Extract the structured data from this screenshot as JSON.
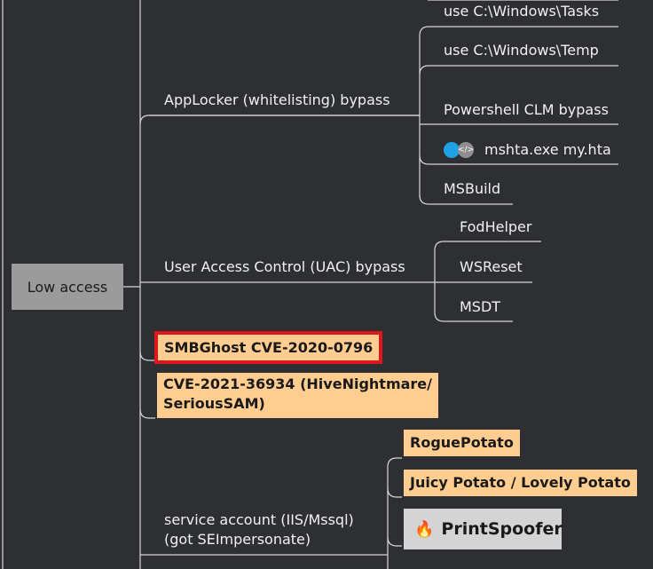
{
  "root": {
    "label": "Low access"
  },
  "branches": {
    "applocker": {
      "label": "AppLocker (whitelisting) bypass",
      "children": [
        "use C:\\Windows\\Tasks",
        "use C:\\Windows\\Temp",
        "Powershell CLM bypass",
        "mshta.exe my.hta",
        "MSBuild"
      ]
    },
    "uac": {
      "label": "User Access Control (UAC) bypass",
      "children": [
        "FodHelper",
        "WSReset",
        "MSDT"
      ]
    },
    "smbghost": {
      "label": "SMBGhost CVE-2020-0796"
    },
    "hivenightmare": {
      "line1": "CVE-2021-36934 (HiveNightmare/",
      "line2": "SeriousSAM)"
    },
    "service": {
      "line1": "service account (IIS/Mssql)",
      "line2": "(got SEImpersonate)",
      "children": [
        "RoguePotato",
        "Juicy Potato / Lovely Potato",
        "PrintSpoofer"
      ]
    }
  },
  "colors": {
    "background": "#2d2f33",
    "line": "#d8d8d8",
    "root_box": "#9b9b9b",
    "highlight_box": "#ffcd8f",
    "highlight_border": "#e0161d",
    "printspoofer_box": "#d4d4d4"
  },
  "icons": [
    "blue-circle-icon",
    "code-link-icon",
    "flame-icon"
  ]
}
